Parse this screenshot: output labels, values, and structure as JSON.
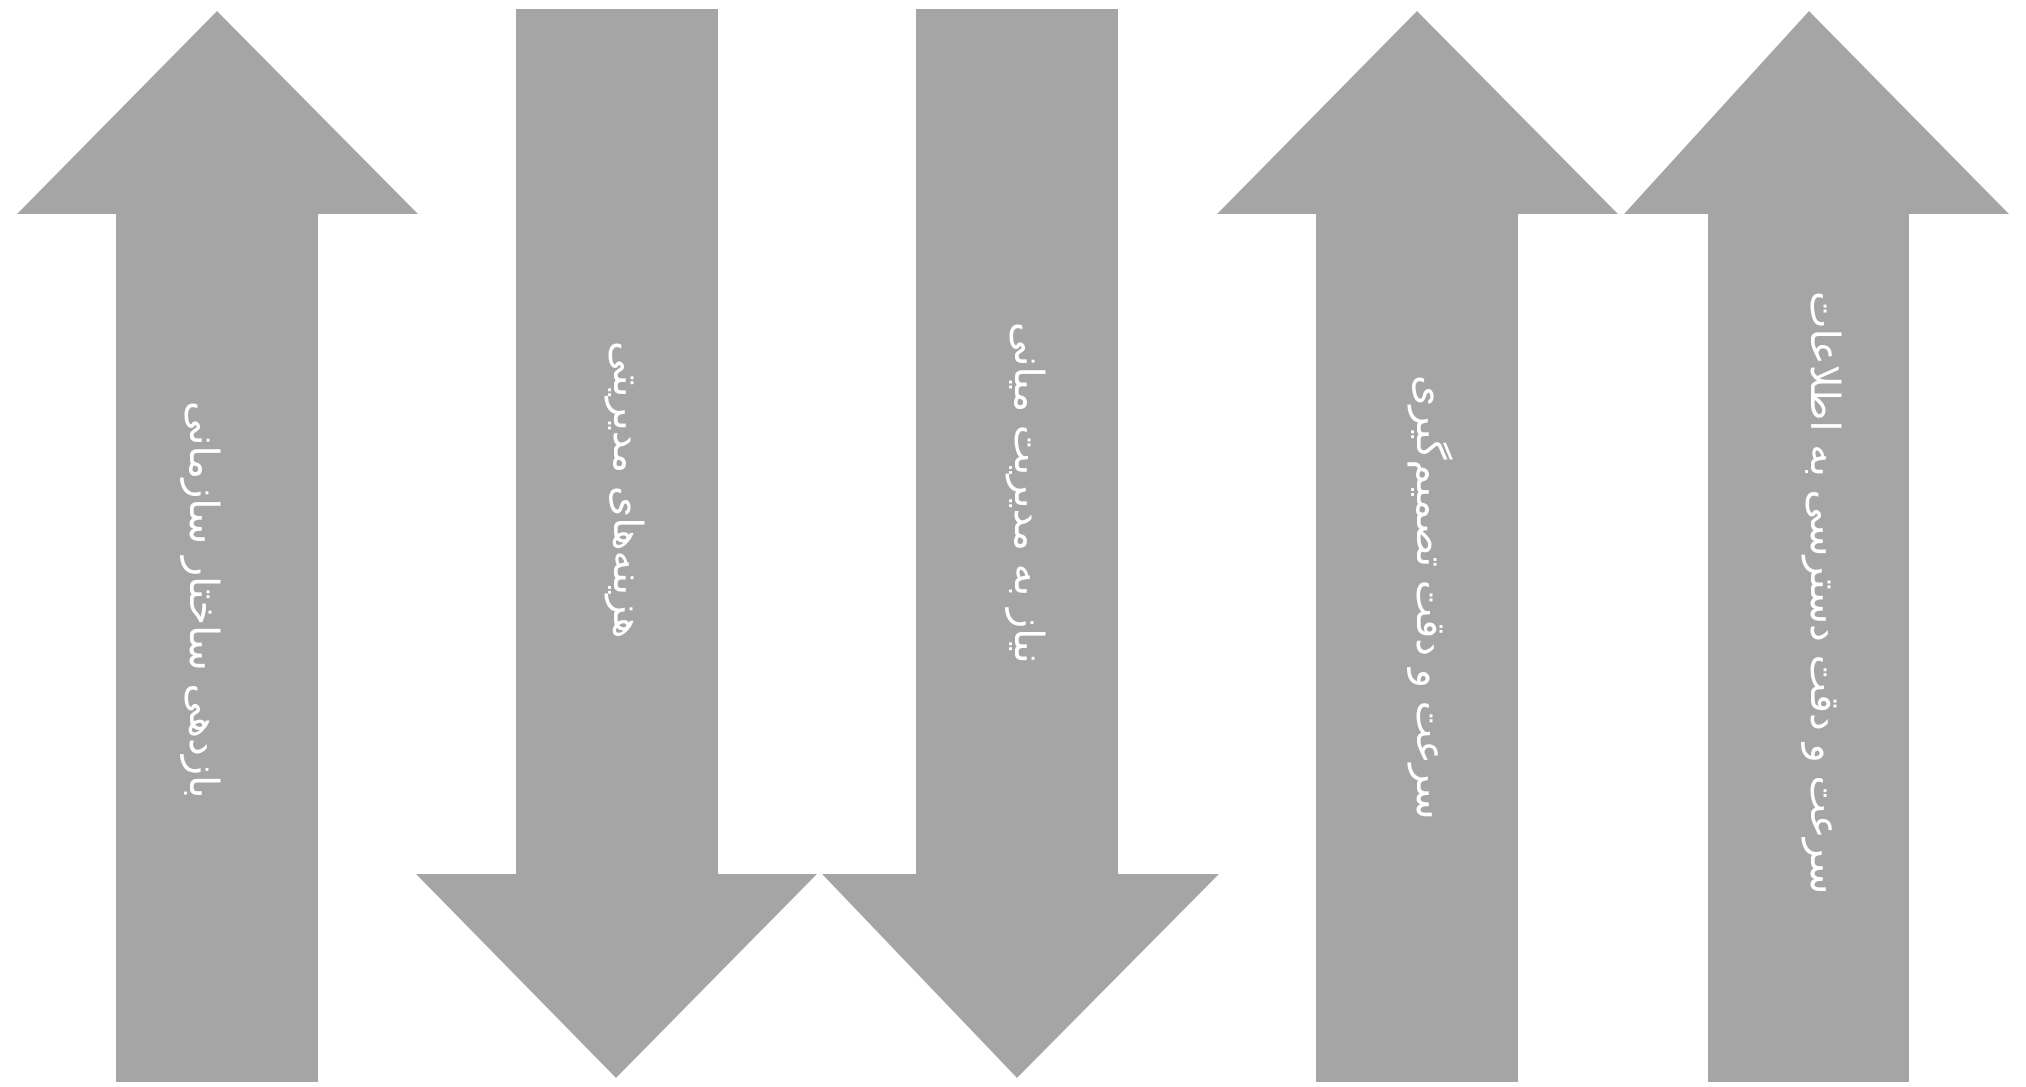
{
  "diagram": {
    "fill_color": "#a5a5a5",
    "text_color": "#ffffff",
    "arrows": [
      {
        "direction": "up",
        "label": "بازدهی ساختار سازمانی"
      },
      {
        "direction": "down",
        "label": "هزینه‌های مدیریتی"
      },
      {
        "direction": "down",
        "label": "نیاز به مدیریت میانی"
      },
      {
        "direction": "up",
        "label": "سرعت و دقت تصمیم‌گیری"
      },
      {
        "direction": "up",
        "label": "سرعت و دقت دسترسی به اطلاعات"
      }
    ]
  }
}
